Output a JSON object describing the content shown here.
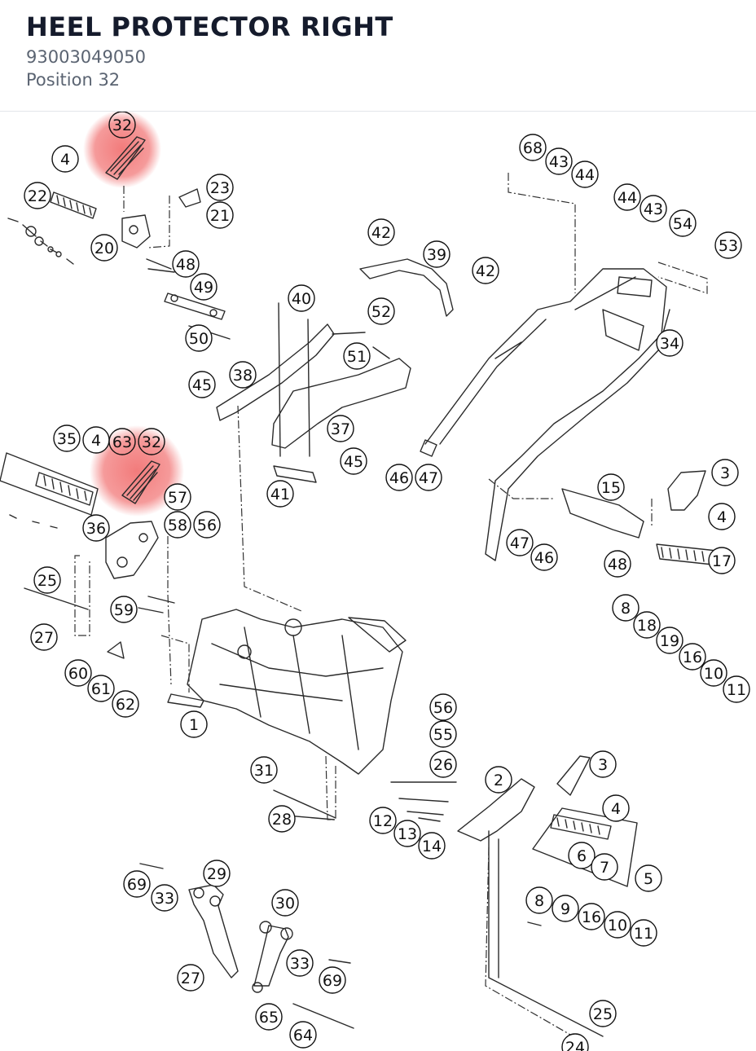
{
  "header": {
    "title": "HEEL PROTECTOR RIGHT",
    "part_number": "93003049050",
    "position": "Position 32"
  },
  "highlight_color": "#f06464",
  "callouts": [
    {
      "label": "32",
      "highlighted": true
    },
    {
      "label": "4"
    },
    {
      "label": "22"
    },
    {
      "label": "23"
    },
    {
      "label": "21"
    },
    {
      "label": "20"
    },
    {
      "label": "48"
    },
    {
      "label": "49"
    },
    {
      "label": "50"
    },
    {
      "label": "42"
    },
    {
      "label": "39"
    },
    {
      "label": "42"
    },
    {
      "label": "40"
    },
    {
      "label": "52"
    },
    {
      "label": "51"
    },
    {
      "label": "38"
    },
    {
      "label": "45"
    },
    {
      "label": "37"
    },
    {
      "label": "45"
    },
    {
      "label": "41"
    },
    {
      "label": "68"
    },
    {
      "label": "43"
    },
    {
      "label": "44"
    },
    {
      "label": "44"
    },
    {
      "label": "43"
    },
    {
      "label": "54"
    },
    {
      "label": "53"
    },
    {
      "label": "34"
    },
    {
      "label": "46"
    },
    {
      "label": "47"
    },
    {
      "label": "15"
    },
    {
      "label": "3"
    },
    {
      "label": "4"
    },
    {
      "label": "47"
    },
    {
      "label": "46"
    },
    {
      "label": "48"
    },
    {
      "label": "17"
    },
    {
      "label": "35"
    },
    {
      "label": "4"
    },
    {
      "label": "63",
      "highlighted": true
    },
    {
      "label": "32",
      "highlighted": true
    },
    {
      "label": "57"
    },
    {
      "label": "36"
    },
    {
      "label": "58"
    },
    {
      "label": "56"
    },
    {
      "label": "25"
    },
    {
      "label": "59"
    },
    {
      "label": "27"
    },
    {
      "label": "60"
    },
    {
      "label": "61"
    },
    {
      "label": "62"
    },
    {
      "label": "8"
    },
    {
      "label": "18"
    },
    {
      "label": "19"
    },
    {
      "label": "16"
    },
    {
      "label": "10"
    },
    {
      "label": "11"
    },
    {
      "label": "1"
    },
    {
      "label": "56"
    },
    {
      "label": "55"
    },
    {
      "label": "26"
    },
    {
      "label": "31"
    },
    {
      "label": "28"
    },
    {
      "label": "2"
    },
    {
      "label": "3"
    },
    {
      "label": "4"
    },
    {
      "label": "12"
    },
    {
      "label": "13"
    },
    {
      "label": "14"
    },
    {
      "label": "6"
    },
    {
      "label": "7"
    },
    {
      "label": "5"
    },
    {
      "label": "69"
    },
    {
      "label": "29"
    },
    {
      "label": "33"
    },
    {
      "label": "30"
    },
    {
      "label": "8"
    },
    {
      "label": "9"
    },
    {
      "label": "16"
    },
    {
      "label": "10"
    },
    {
      "label": "11"
    },
    {
      "label": "27"
    },
    {
      "label": "33"
    },
    {
      "label": "69"
    },
    {
      "label": "65"
    },
    {
      "label": "25"
    },
    {
      "label": "64"
    },
    {
      "label": "24"
    }
  ]
}
